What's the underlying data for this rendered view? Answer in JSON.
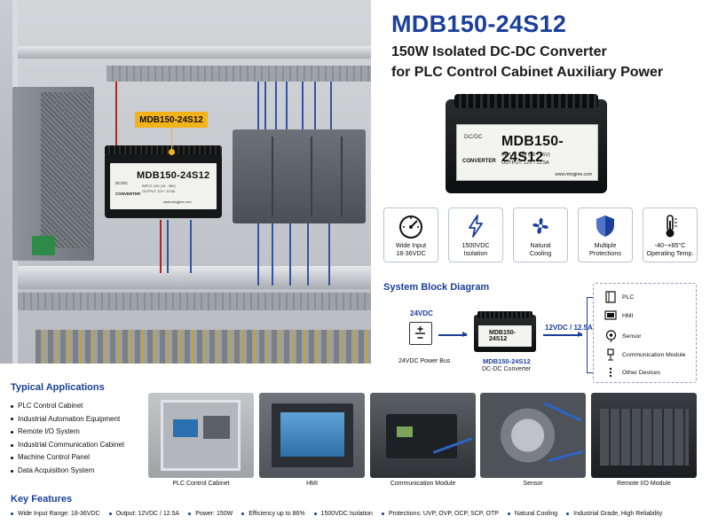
{
  "header": {
    "title": "MDB150-24S12",
    "subtitle_line1": "150W Isolated DC-DC Converter",
    "subtitle_line2": "for PLC Control Cabinet Auxiliary Power"
  },
  "hero": {
    "callout": "MDB150-24S12",
    "device_label": {
      "type": "DC/DC",
      "kind": "CONVERTER",
      "model": "MDB150-24S12",
      "input": "INPUT: 24V (18 - 36V)",
      "output": "OUTPUT: 12V / 12.5A",
      "site": "www.mingjme.com"
    }
  },
  "product": {
    "type": "DC/DC",
    "kind": "CONVERTER",
    "model": "MDB150-24S12",
    "input": "INPUT: 24V (18 - 36V)",
    "output": "OUTPUT: 12V / 12.5A",
    "site": "www.mingjme.com"
  },
  "features_icons": [
    {
      "icon": "gauge-icon",
      "line1": "Wide Input",
      "line2": "18-36VDC"
    },
    {
      "icon": "lightning-icon",
      "line1": "1500VDC",
      "line2": "Isolation"
    },
    {
      "icon": "fan-icon",
      "line1": "Natural",
      "line2": "Cooling"
    },
    {
      "icon": "shield-icon",
      "line1": "Multiple",
      "line2": "Protections"
    },
    {
      "icon": "thermometer-icon",
      "line1": "-40~+85°C",
      "line2": "Operating Temp."
    }
  ],
  "block_diagram": {
    "title": "System Block Diagram",
    "input_voltage": "24VDC",
    "input_label": "24VDC Power Bus",
    "converter_name": "MDB150-24S12",
    "converter_sub": "DC-DC Converter",
    "output_voltage": "12VDC / 12.5A",
    "devices": [
      {
        "icon": "plc-icon",
        "label": "PLC"
      },
      {
        "icon": "monitor-icon",
        "label": "HMI"
      },
      {
        "icon": "sensor-icon",
        "label": "Sensor"
      },
      {
        "icon": "network-icon",
        "label": "Communication Module"
      },
      {
        "icon": "more-icon",
        "label": "Other Devices"
      }
    ]
  },
  "applications": {
    "title": "Typical Applications",
    "items": [
      "PLC Control Cabinet",
      "Industrial Automation Equipment",
      "Remote I/O System",
      "Industrial Communication Cabinet",
      "Machine Control Panel",
      "Data Acquisition System"
    ],
    "thumbnails": [
      "PLC Control Cabinet",
      "HMI",
      "Communication Module",
      "Sensor",
      "Remote I/O Module"
    ]
  },
  "key_features": {
    "title": "Key Features",
    "items": [
      "Wide Input Range: 18-36VDC",
      "Output: 12VDC / 12.5A",
      "Power: 150W",
      "Efficiency up to 86%",
      "1500VDC Isolation",
      "Protections: UVP, OVP, OCP, SCP, OTP",
      "Natural Cooling",
      "Industrial Grade, High Reliability"
    ]
  },
  "colors": {
    "brand_blue": "#1b3f9a",
    "callout_yellow": "#f2b21a"
  }
}
